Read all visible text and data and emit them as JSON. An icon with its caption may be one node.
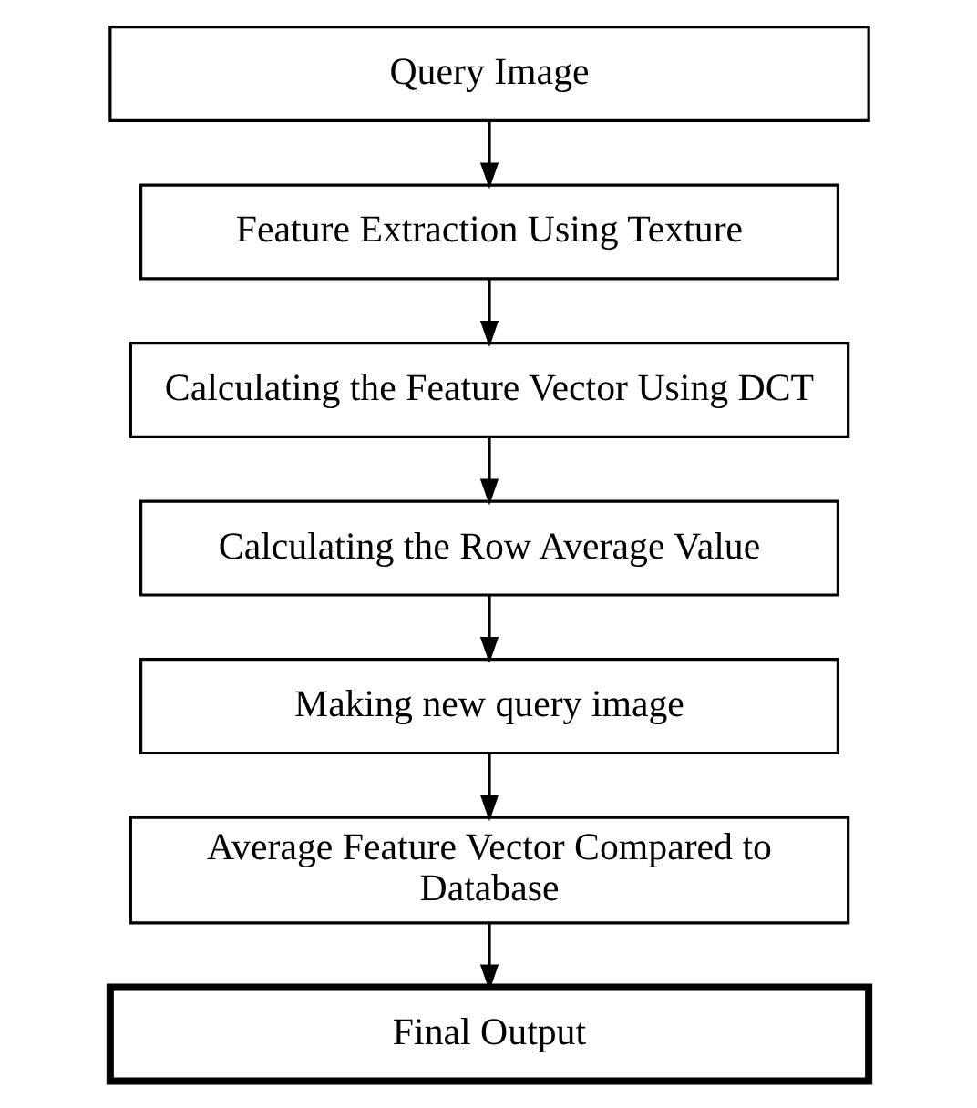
{
  "diagram": {
    "nodes": [
      {
        "text": [
          "Query Image"
        ]
      },
      {
        "text": [
          "Feature Extraction Using Texture"
        ]
      },
      {
        "text": [
          "Calculating the Feature Vector Using DCT"
        ]
      },
      {
        "text": [
          "Calculating the Row Average Value"
        ]
      },
      {
        "text": [
          "Making new query image"
        ]
      },
      {
        "text": [
          "Average Feature Vector Compared to Database"
        ]
      },
      {
        "text": [
          "Final Output"
        ]
      }
    ],
    "edges": [
      {
        "from": 0,
        "to": 1,
        "arrow": "to"
      },
      {
        "from": 1,
        "to": 2,
        "arrow": "to"
      },
      {
        "from": 2,
        "to": 3,
        "arrow": "to"
      },
      {
        "from": 3,
        "to": 4,
        "arrow": "to"
      },
      {
        "from": 4,
        "to": 5,
        "arrow": "to"
      },
      {
        "from": 5,
        "to": 6,
        "arrow": "to"
      }
    ]
  }
}
